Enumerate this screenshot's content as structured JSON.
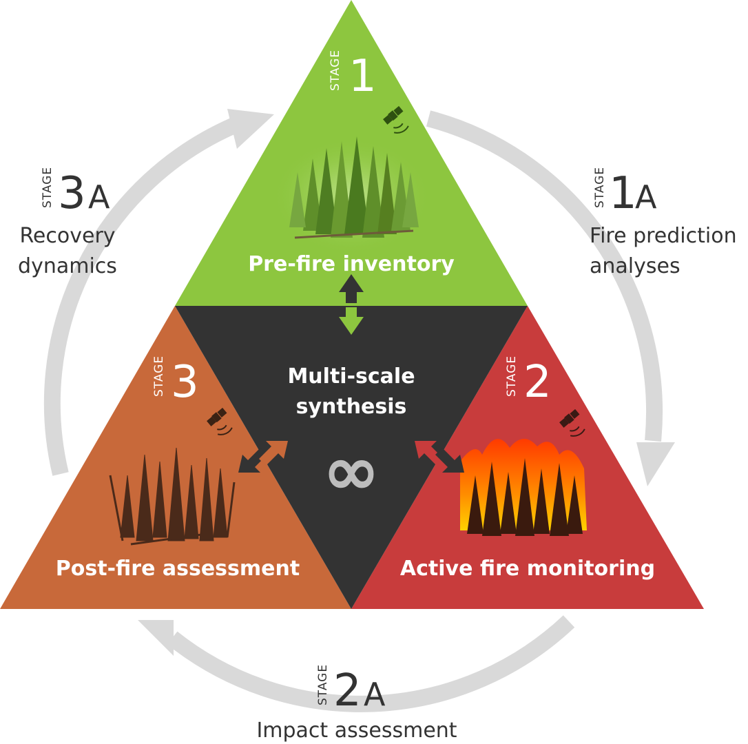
{
  "stage_word": "STAGE",
  "stages": {
    "s1": {
      "number": "1",
      "title": "Pre-fire inventory",
      "color": "#8dc63f"
    },
    "s2": {
      "number": "2",
      "title": "Active fire monitoring",
      "color": "#c83c3c"
    },
    "s3": {
      "number": "3",
      "title": "Post-fire assessment",
      "color": "#c8693a"
    }
  },
  "center": {
    "line1": "Multi-scale",
    "line2": "synthesis",
    "color": "#333333",
    "symbol": "∞"
  },
  "outer": {
    "s1a": {
      "number": "1",
      "suffix": "A",
      "line1": "Fire prediction",
      "line2": "analyses"
    },
    "s2a": {
      "number": "2",
      "suffix": "A",
      "line1": "Impact assessment"
    },
    "s3a": {
      "number": "3",
      "suffix": "A",
      "line1": "Recovery",
      "line2": "dynamics"
    }
  },
  "icons": [
    "satellite-icon",
    "forest-icon",
    "burning-forest-icon",
    "burnt-forest-icon",
    "double-arrow-icon",
    "cycle-arrow-icon",
    "infinity-icon"
  ]
}
